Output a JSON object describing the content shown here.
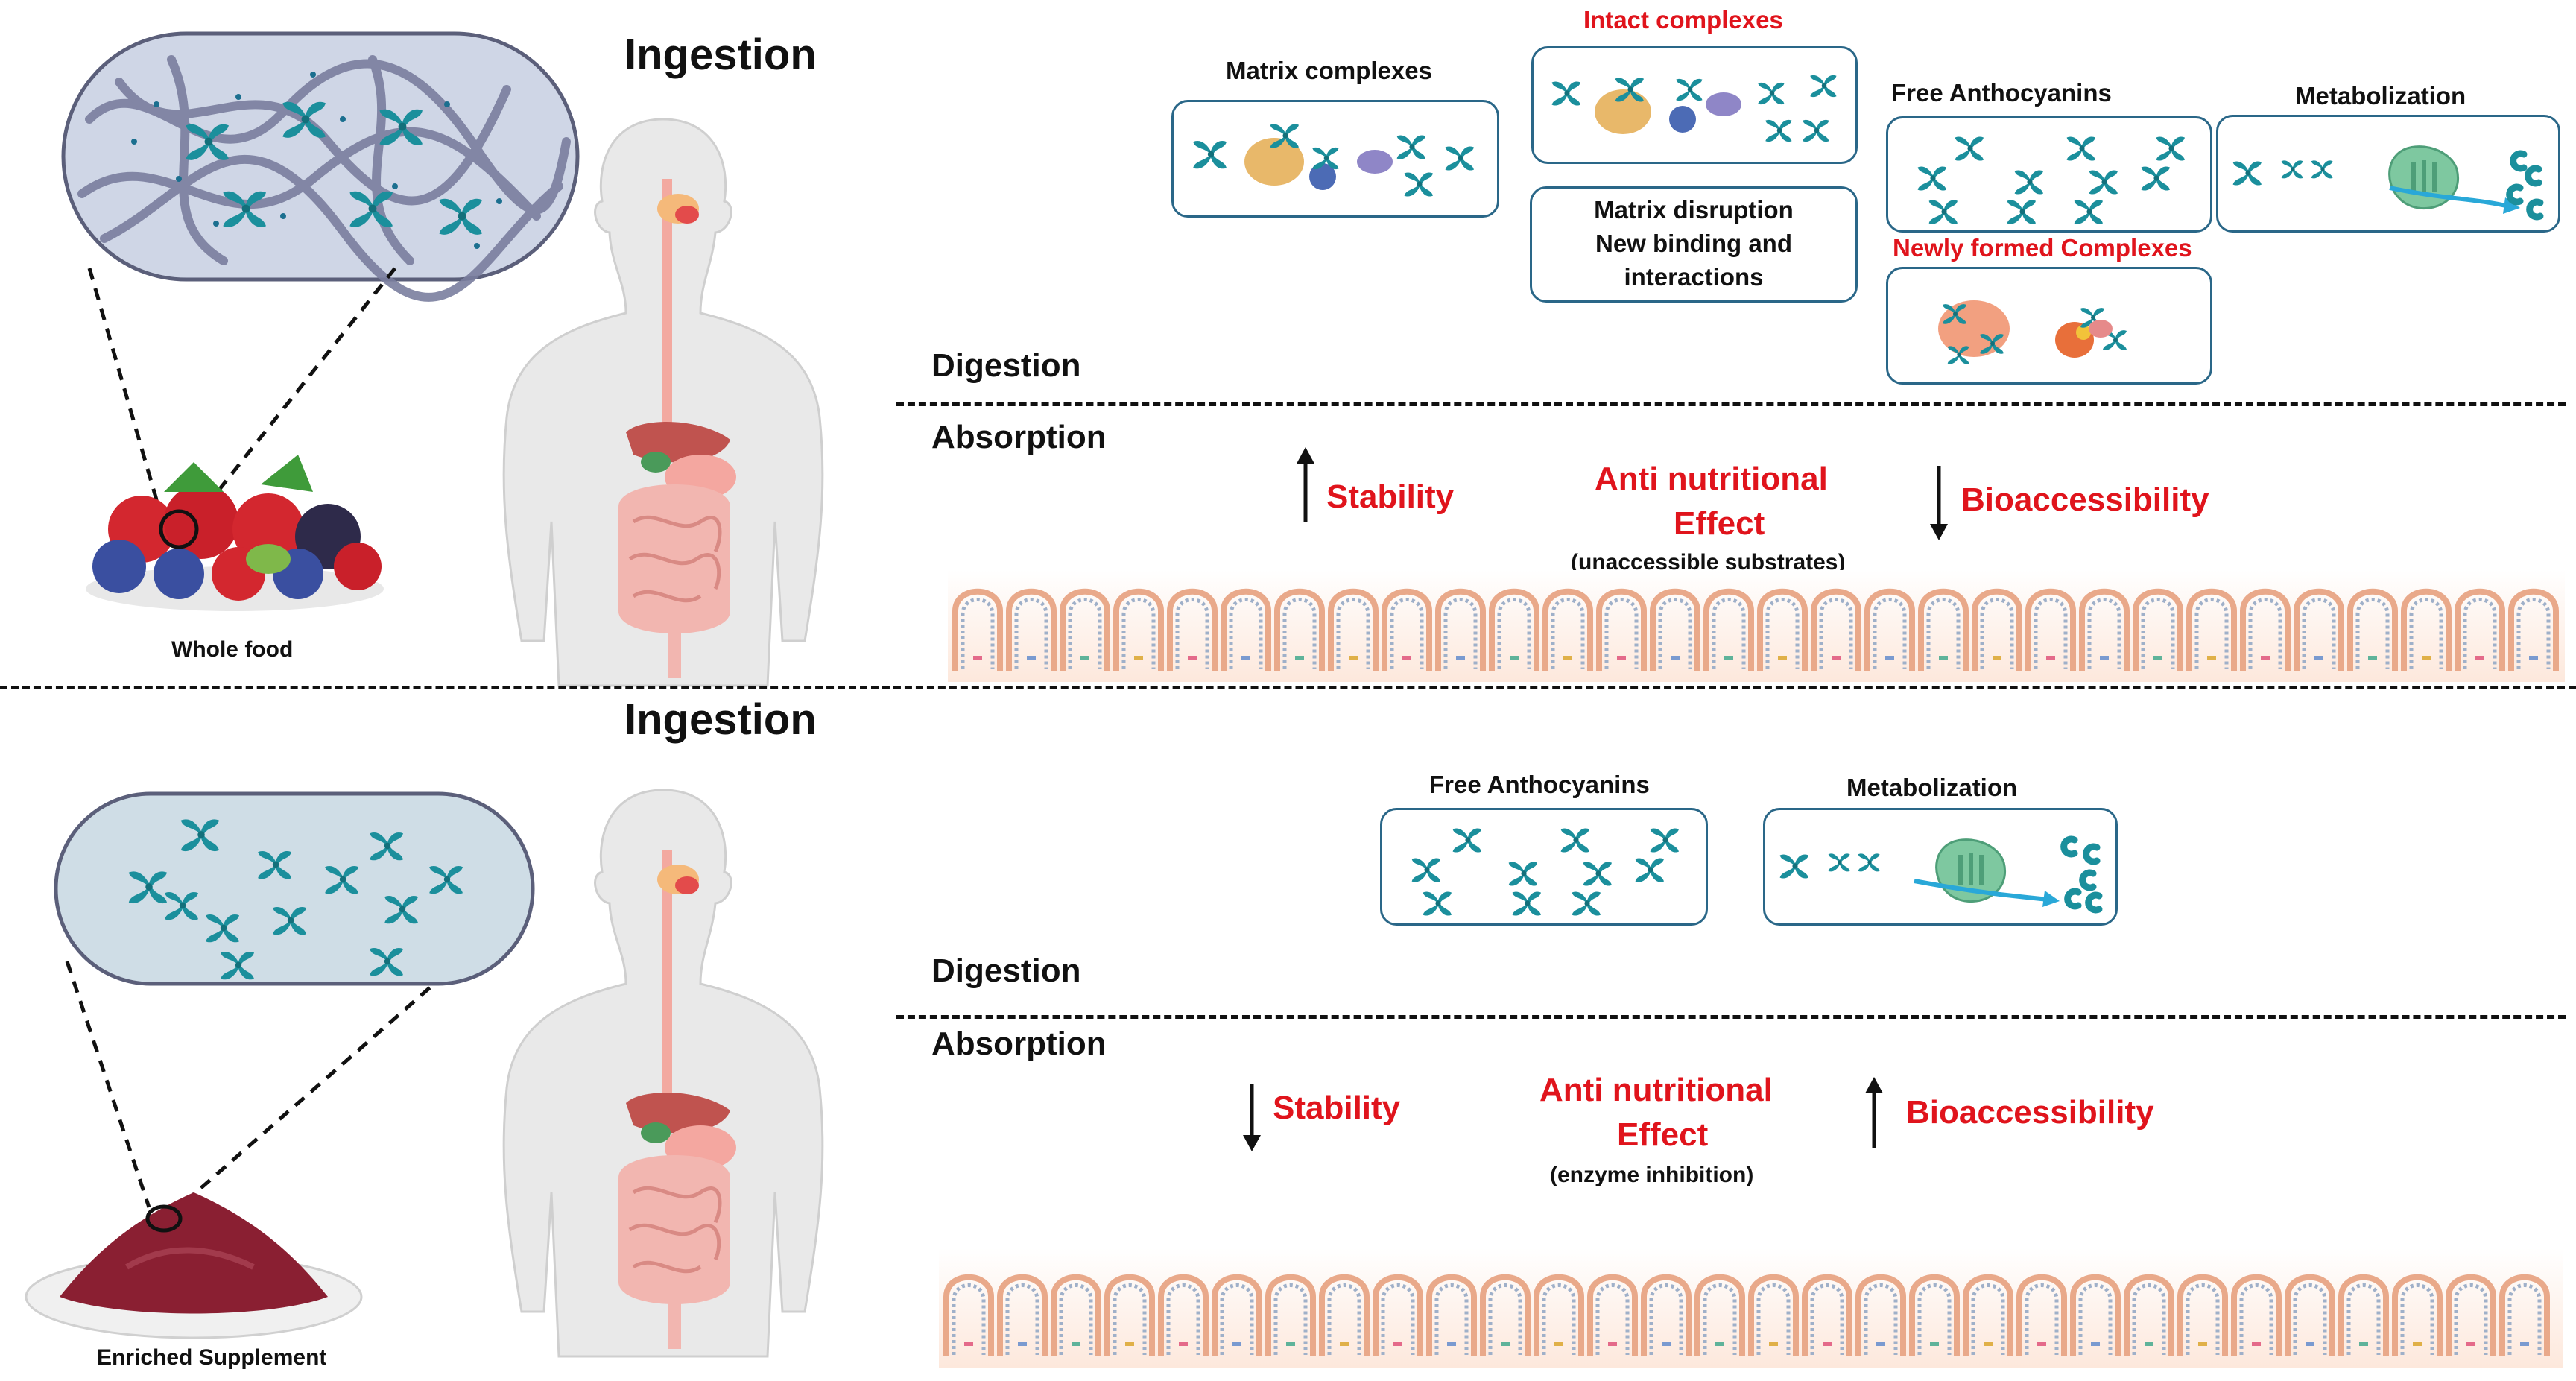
{
  "top": {
    "ingestion": "Ingestion",
    "digestion": "Digestion",
    "absorption": "Absorption",
    "food_label": "Whole food",
    "matrix_complexes": "Matrix complexes",
    "intact_complexes": "Intact complexes",
    "matrix_disruption": [
      "Matrix disruption",
      "New binding and",
      "interactions"
    ],
    "free_anthocyanins": "Free Anthocyanins",
    "metabolization": "Metabolization",
    "newly_formed": "Newly formed Complexes",
    "stability": "Stability",
    "anti_nutritional_line1": "Anti nutritional",
    "anti_nutritional_line2": "Effect",
    "anti_note": "(unaccessible substrates)",
    "bioaccessibility": "Bioaccessibility",
    "stability_trend": "up",
    "bioaccessibility_trend": "down"
  },
  "bottom": {
    "ingestion": "Ingestion",
    "digestion": "Digestion",
    "absorption": "Absorption",
    "food_label": "Enriched Supplement",
    "free_anthocyanins": "Free Anthocyanins",
    "metabolization": "Metabolization",
    "stability": "Stability",
    "anti_nutritional_line1": "Anti nutritional",
    "anti_nutritional_line2": "Effect",
    "anti_note": "(enzyme inhibition)",
    "bioaccessibility": "Bioaccessibility",
    "stability_trend": "down",
    "bioaccessibility_trend": "up"
  },
  "colors": {
    "anthocyanin": "#1b8f9c",
    "box_border": "#2a6788",
    "highlight_red": "#e0141c",
    "protein": "#e8b86a",
    "enzyme": "#7ec8a0",
    "intestine": "#f6c9a8",
    "body": "#e9e9e9",
    "powder": "#8a1f32",
    "berry_red": "#d3272f",
    "berry_blue": "#3a4fa0"
  },
  "icons": [
    "anthocyanin-molecule-icon",
    "human-body-icon",
    "berries-icon",
    "powder-icon",
    "enzyme-icon",
    "intestinal-villi-icon"
  ]
}
